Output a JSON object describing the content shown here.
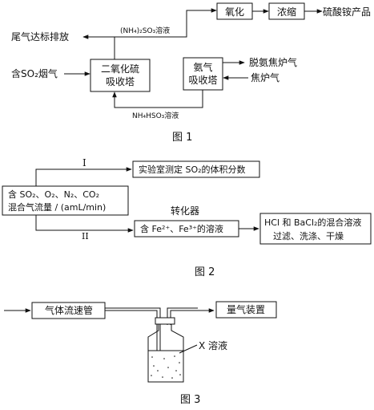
{
  "fig1": {
    "caption": "图 1",
    "tail_gas": "尾气达标排放",
    "so2_flue_gas": "含SO₂烟气",
    "so2_absorber": [
      "二氧化硫",
      "吸收塔"
    ],
    "ammonia_absorber": [
      "氨气",
      "吸收塔"
    ],
    "nh4_2so3_solution": "(NH₄)₂SO₃溶液",
    "nh4hso3_solution": "NH₄HSO₃溶液",
    "oxidation": "氧化",
    "concentrate": "浓缩",
    "product": "硫酸铵产品",
    "denitrified_gas": "脱氨焦炉气",
    "coke_gas": "焦炉气"
  },
  "fig2": {
    "caption": "图 2",
    "gas_box": [
      "含 SO₂、O₂、N₂、CO₂",
      "混合气流量 / (amL/min)"
    ],
    "route_1": "I",
    "route_2": "II",
    "lab_measure": "实验室测定 SO₂的体积分数",
    "converter_label": "转化器",
    "converter": "含 Fe²⁺、Fe³⁺的溶液",
    "final_box": [
      "HCl 和 BaCl₂的混合溶液",
      "过滤、洗涤、干燥"
    ]
  },
  "fig3": {
    "caption": "图 3",
    "flowmeter": "气体流速管",
    "gas_meter": "量气装置",
    "x_solution": "X 溶液"
  }
}
